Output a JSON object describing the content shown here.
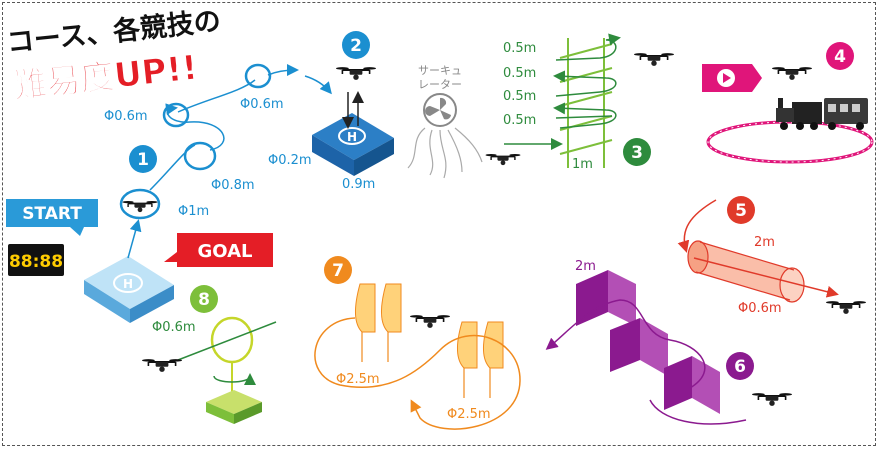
{
  "heading": {
    "line1": "コース、各競技の",
    "line2": "難易度UP!!"
  },
  "start_label": "START",
  "goal_label": "GOAL",
  "timer_digits": "88:88",
  "helipad_letter": "H",
  "course1": {
    "number": "1",
    "ring_labels": [
      "Φ1m",
      "Φ0.8m",
      "Φ0.6m",
      "Φ0.6m"
    ]
  },
  "course2": {
    "number": "2",
    "size_label": "Φ0.2m",
    "width_label": "0.9m",
    "circulator_label_line1": "サーキュ",
    "circulator_label_line2": "レーター"
  },
  "course3": {
    "number": "3",
    "gap_labels": [
      "0.5m",
      "0.5m",
      "0.5m",
      "0.5m"
    ],
    "width_label": "1m"
  },
  "course4": {
    "number": "4"
  },
  "course5": {
    "number": "5",
    "length_label": "2m",
    "diameter_label": "Φ0.6m"
  },
  "course6": {
    "number": "6",
    "height_label": "2m"
  },
  "course7": {
    "number": "7",
    "ring_labels": [
      "Φ2.5m",
      "Φ2.5m"
    ]
  },
  "course8": {
    "number": "8",
    "ring_label": "Φ0.6m"
  },
  "colors": {
    "course1": "#1b8fd0",
    "course2": "#1b8fd0",
    "course3": "#2e8b3d",
    "course4": "#e0157a",
    "course5": "#e03a2a",
    "course6": "#8b1a8f",
    "course7": "#f08a1e",
    "course8": "#7dbf3a",
    "start": "#2a9ad8",
    "goal": "#e41e26"
  }
}
